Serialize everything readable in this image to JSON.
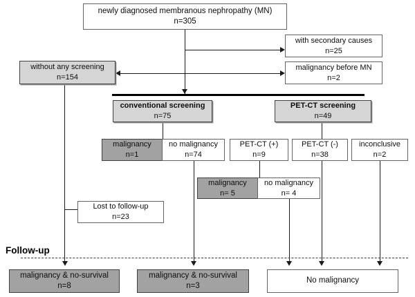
{
  "colors": {
    "light_gray": "#d5d5d5",
    "dark_gray": "#a2a2a2",
    "line_color": "#1a1a1a"
  },
  "flowchart": {
    "root": {
      "label": "newly diagnosed membranous nephropathy (MN)",
      "n": "n=305"
    },
    "exclusions": {
      "secondary_causes": {
        "label": "with secondary causes",
        "n": "n=25"
      },
      "malignancy_before_mn": {
        "label": "malignancy before MN",
        "n": "n=2"
      }
    },
    "no_screening": {
      "label": "without any screening",
      "n": "n=154"
    },
    "screening": {
      "conventional": {
        "label": "conventional screening",
        "n": "n=75"
      },
      "pet_ct": {
        "label": "PET-CT screening",
        "n": "n=49"
      }
    },
    "conventional_results": {
      "malignancy": {
        "label": "malignancy",
        "n": "n=1"
      },
      "no_malignancy": {
        "label": "no malignancy",
        "n": "n=74"
      }
    },
    "pet_ct_results": {
      "positive": {
        "label": "PET-CT (+)",
        "n": "n=9"
      },
      "negative": {
        "label": "PET-CT (-)",
        "n": "n=38"
      },
      "inconclusive": {
        "label": "inconclusive",
        "n": "n=2"
      }
    },
    "pet_positive_results": {
      "malignancy": {
        "label": "malignancy",
        "n": "n= 5"
      },
      "no_malignancy": {
        "label": "no malignancy",
        "n": "n= 4"
      }
    },
    "lost_to_followup": {
      "label": "Lost to follow-up",
      "n": "n=23"
    },
    "followup_section_label": "Follow-up",
    "outcomes": {
      "no_screening_outcome": {
        "label": "malignancy & no-survival",
        "n": "n=8"
      },
      "screened_outcome": {
        "label": "malignancy & no-survival",
        "n": "n=3"
      },
      "no_malignancy_outcome": {
        "label": "No malignancy"
      }
    }
  }
}
